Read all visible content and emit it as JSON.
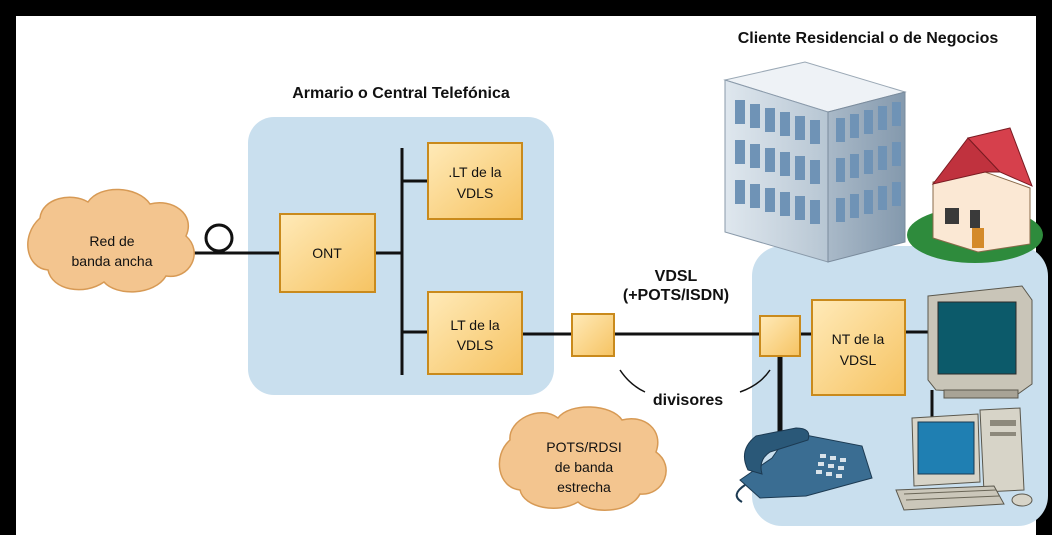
{
  "titles": {
    "central": "Armario o Central Telefónica",
    "client": "Cliente Residencial o de Negocios"
  },
  "clouds": {
    "broadband": [
      "Red de",
      "banda ancha"
    ],
    "narrowband": [
      "POTS/RDSI",
      "de banda",
      "estrecha"
    ]
  },
  "boxes": {
    "ont": "ONT",
    "lt_top": [
      ".LT de la",
      "VDLS"
    ],
    "lt_bottom": [
      "LT de la",
      "VDLS"
    ],
    "nt": [
      "NT de la",
      "VDSL"
    ]
  },
  "link": {
    "line1": "VDSL",
    "line2": "(+POTS/ISDN)"
  },
  "splitters": {
    "label": "divisores"
  },
  "colors": {
    "panel": "#c9dfee",
    "box_fill": "#ffd98a",
    "box_edge": "#c98a1c",
    "cloud": "#f3c58f",
    "frame": "#000000"
  }
}
